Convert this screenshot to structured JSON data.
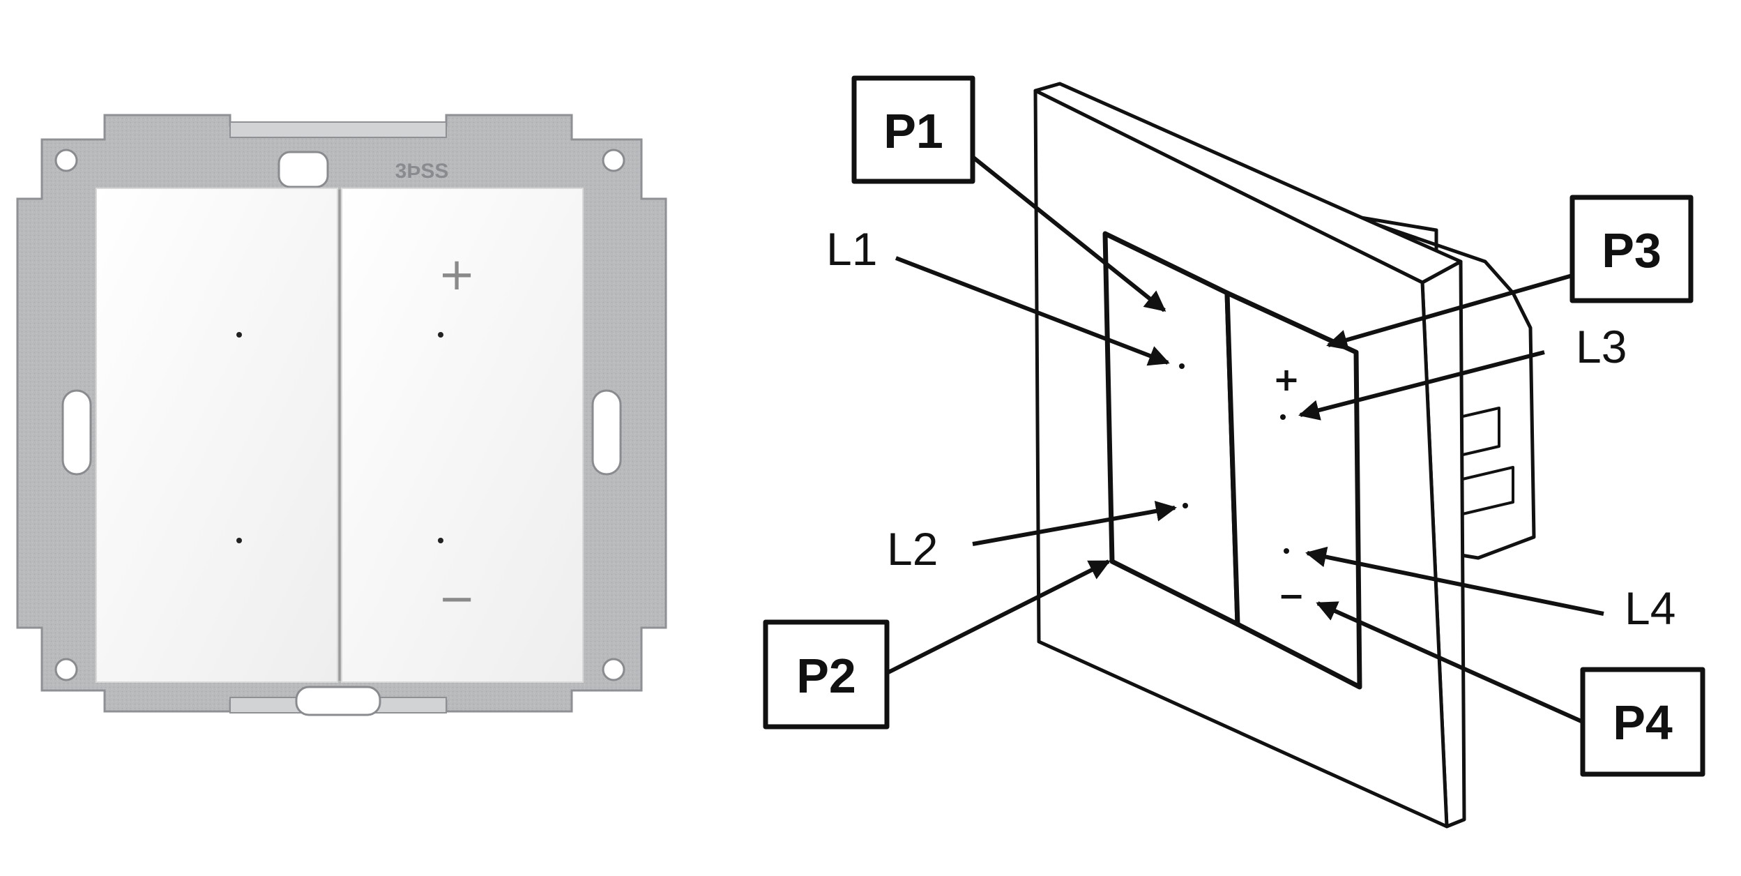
{
  "photo": {
    "frame_marking": "3ÞSS",
    "plus_symbol": "+",
    "minus_symbol": "−"
  },
  "diagram": {
    "plus_symbol": "+",
    "minus_symbol": "−",
    "callouts": {
      "p1": "P1",
      "p2": "P2",
      "p3": "P3",
      "p4": "P4"
    },
    "leds": {
      "l1": "L1",
      "l2": "L2",
      "l3": "L3",
      "l4": "L4"
    }
  },
  "colors": {
    "frame": "#b7b8ba",
    "keys": "#f4f4f4",
    "ink": "#111111"
  }
}
